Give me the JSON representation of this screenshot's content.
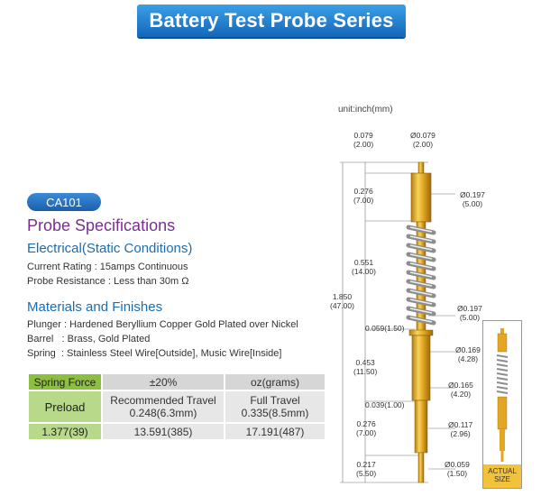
{
  "banner": {
    "title": "Battery Test Probe Series"
  },
  "model_badge": "CA101",
  "section_title": "Probe Specifications",
  "electrical": {
    "heading": "Electrical(Static Conditions)",
    "lines": [
      "Current Rating : 15amps Continuous",
      "Probe Resistance : Less than 30m Ω"
    ]
  },
  "materials": {
    "heading": "Materials and Finishes",
    "lines": [
      "Plunger : Hardened Beryllium Copper Gold Plated over Nickel",
      "Barrel   : Brass, Gold Plated",
      "Spring  : Stainless Steel Wire[Outside], Music Wire[Inside]"
    ]
  },
  "table": {
    "headers": [
      "Spring Force",
      "±20%",
      "oz(grams)"
    ],
    "preload": "Preload",
    "recommended_travel": "Recommended Travel",
    "recommended_value": "0.248(6.3mm)",
    "full_travel": "Full Travel",
    "full_value": "0.335(8.5mm)",
    "row": [
      "1.377(39)",
      "13.591(385)",
      "17.191(487)"
    ]
  },
  "drawing": {
    "unit": "unit:inch(mm)",
    "dims": {
      "d1": "0.079\n(2.00)",
      "d2": "Ø0.079\n(2.00)",
      "d3": "0.276\n(7.00)",
      "d4": "Ø0.197\n(5.00)",
      "d5": "0.551\n(14.00)",
      "d6": "1.850\n(47.00)",
      "d7": "Ø0.197\n(5.00)",
      "d8": "0.059(1.50)",
      "d9": "Ø0.169\n(4.28)",
      "d10": "0.453\n(11.50)",
      "d11": "Ø0.165\n(4.20)",
      "d12": "0.039(1.00)",
      "d13": "0.276\n(7.00)",
      "d14": "Ø0.117\n(2.96)",
      "d15": "0.217\n(5.50)",
      "d16": "Ø0.059\n(1.50)"
    },
    "actual_size": "ACTUAL\nSIZE"
  },
  "colors": {
    "banner": "#1d76c9",
    "badge": "#2a73c4",
    "purple": "#7a2f8f",
    "blue": "#1c6db0",
    "green": "#8cbf3f",
    "gold": "#e0a21d"
  }
}
